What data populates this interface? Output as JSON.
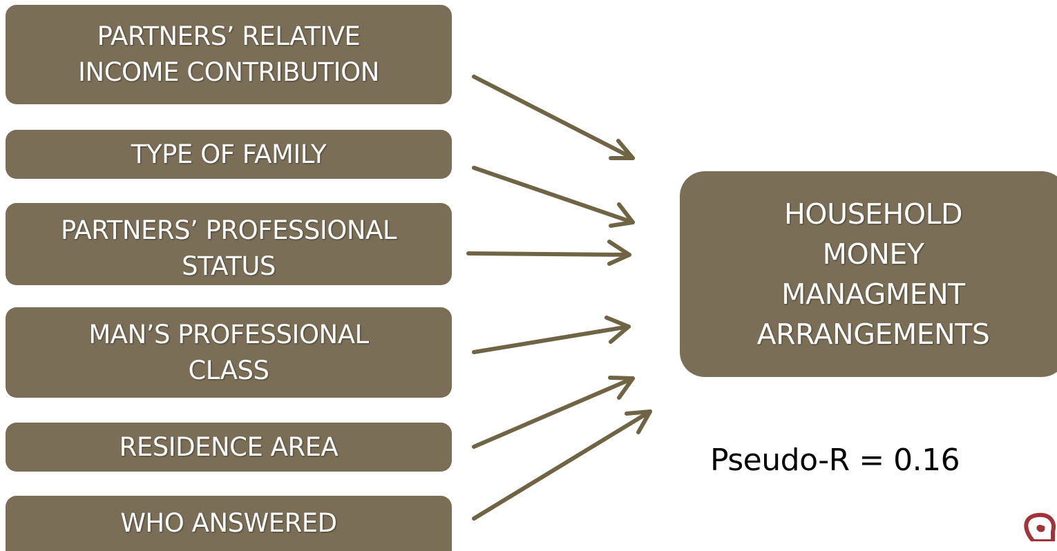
{
  "factors": [
    {
      "lines": [
        "PARTNERS’ RELATIVE",
        "INCOME CONTRIBUTION"
      ]
    },
    {
      "lines": [
        "TYPE OF FAMILY"
      ]
    },
    {
      "lines": [
        "PARTNERS’ PROFESSIONAL",
        "STATUS"
      ]
    },
    {
      "lines": [
        "MAN’S PROFESSIONAL",
        "CLASS"
      ]
    },
    {
      "lines": [
        "RESIDENCE AREA"
      ]
    },
    {
      "lines": [
        "WHO ANSWERED"
      ]
    }
  ],
  "outcome": {
    "lines": [
      "HOUSEHOLD",
      "MONEY",
      "MANAGMENT",
      "ARRANGEMENTS"
    ]
  },
  "fit": {
    "label": "Pseudo-R = 0.16"
  },
  "colors": {
    "box_fill": "#7a6e56",
    "arrow": "#6f6444",
    "box_text": "#ffffff",
    "logo": "#a0343a"
  },
  "icons": {
    "logo": "institution-logo-icon"
  }
}
